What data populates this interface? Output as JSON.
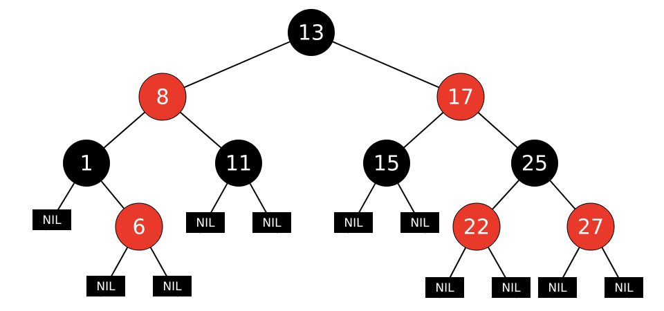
{
  "colors": {
    "red": "#e8392b",
    "black": "#000000",
    "nil": "#000000"
  },
  "tree": {
    "nodes": [
      {
        "id": "n13",
        "label": "13",
        "color": "black"
      },
      {
        "id": "n8",
        "label": "8",
        "color": "red"
      },
      {
        "id": "n17",
        "label": "17",
        "color": "red"
      },
      {
        "id": "n1",
        "label": "1",
        "color": "black"
      },
      {
        "id": "n11",
        "label": "11",
        "color": "black"
      },
      {
        "id": "n15",
        "label": "15",
        "color": "black"
      },
      {
        "id": "n25",
        "label": "25",
        "color": "black"
      },
      {
        "id": "n6",
        "label": "6",
        "color": "red"
      },
      {
        "id": "n22",
        "label": "22",
        "color": "red"
      },
      {
        "id": "n27",
        "label": "27",
        "color": "red"
      }
    ],
    "nil_label": "NIL",
    "edges": [
      [
        "n13",
        "n8"
      ],
      [
        "n13",
        "n17"
      ],
      [
        "n8",
        "n1"
      ],
      [
        "n8",
        "n11"
      ],
      [
        "n17",
        "n15"
      ],
      [
        "n17",
        "n25"
      ],
      [
        "n1",
        "nil1"
      ],
      [
        "n1",
        "n6"
      ],
      [
        "n11",
        "nil2"
      ],
      [
        "n11",
        "nil3"
      ],
      [
        "n15",
        "nil4"
      ],
      [
        "n15",
        "nil5"
      ],
      [
        "n25",
        "n22"
      ],
      [
        "n25",
        "n27"
      ],
      [
        "n6",
        "nil6"
      ],
      [
        "n6",
        "nil7"
      ],
      [
        "n22",
        "nil8"
      ],
      [
        "n22",
        "nil9"
      ],
      [
        "n27",
        "nil10"
      ],
      [
        "n27",
        "nil11"
      ]
    ]
  }
}
